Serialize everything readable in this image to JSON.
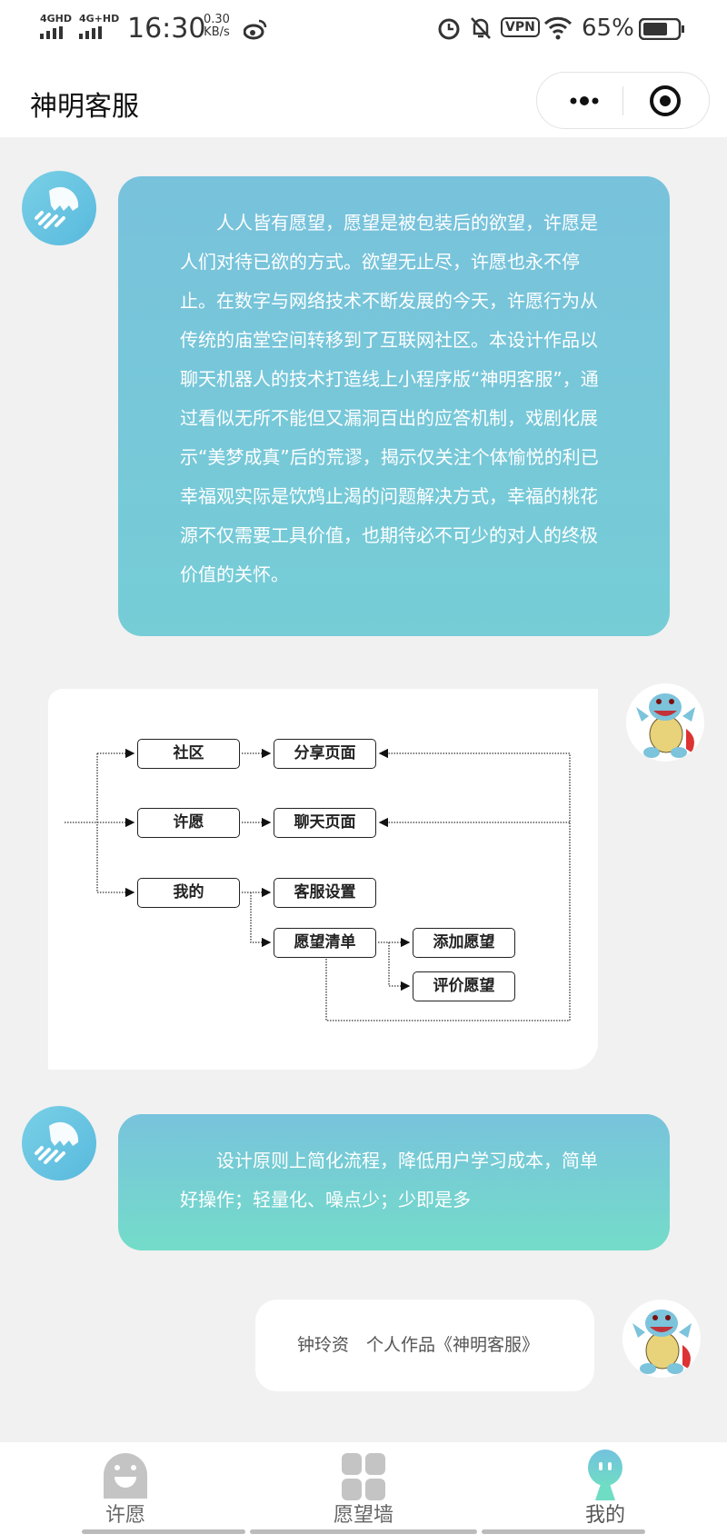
{
  "status_bar": {
    "network1": "4GHD",
    "network2": "4G+HD",
    "time": "16:30",
    "speed_value": "0.30",
    "speed_unit": "KB/s",
    "vpn": "VPN",
    "battery": "65%"
  },
  "header": {
    "title": "神明客服",
    "more_icon": "more-dots-icon",
    "target_icon": "record-target-icon"
  },
  "messages": [
    {
      "sender": "bot",
      "text": "人人皆有愿望，愿望是被包装后的欲望，许愿是人们对待已欲的方式。欲望无止尽，许愿也永不停止。在数字与网络技术不断发展的今天，许愿行为从传统的庙堂空间转移到了互联网社区。本设计作品以聊天机器人的技术打造线上小程序版“神明客服”，通过看似无所不能但又漏洞百出的应答机制，戏剧化展示“美梦成真”后的荒谬，揭示仅关注个体愉悦的利已幸福观实际是饮鸩止渴的问题解决方式，幸福的桃花源不仅需要工具价值，也期待必不可少的对人的终极价值的关怀。"
    },
    {
      "sender": "user",
      "type": "diagram",
      "nodes": {
        "community": "社区",
        "wish": "许愿",
        "mine": "我的",
        "share_page": "分享页面",
        "chat_page": "聊天页面",
        "service_settings": "客服设置",
        "wish_list": "愿望清单",
        "add_wish": "添加愿望",
        "rate_wish": "评价愿望"
      }
    },
    {
      "sender": "bot",
      "text": "设计原则上简化流程，降低用户学习成本，简单好操作；轻量化、噪点少；少即是多"
    },
    {
      "sender": "user",
      "text": "钟玲资　个人作品《神明客服》"
    }
  ],
  "tabs": [
    {
      "label": "许愿",
      "active": false
    },
    {
      "label": "愿望墙",
      "active": false
    },
    {
      "label": "我的",
      "active": true
    }
  ],
  "colors": {
    "bubble_top": "#78c2dc",
    "bubble_bottom_teal": "#74dcc9",
    "background": "#f1f1f1"
  }
}
